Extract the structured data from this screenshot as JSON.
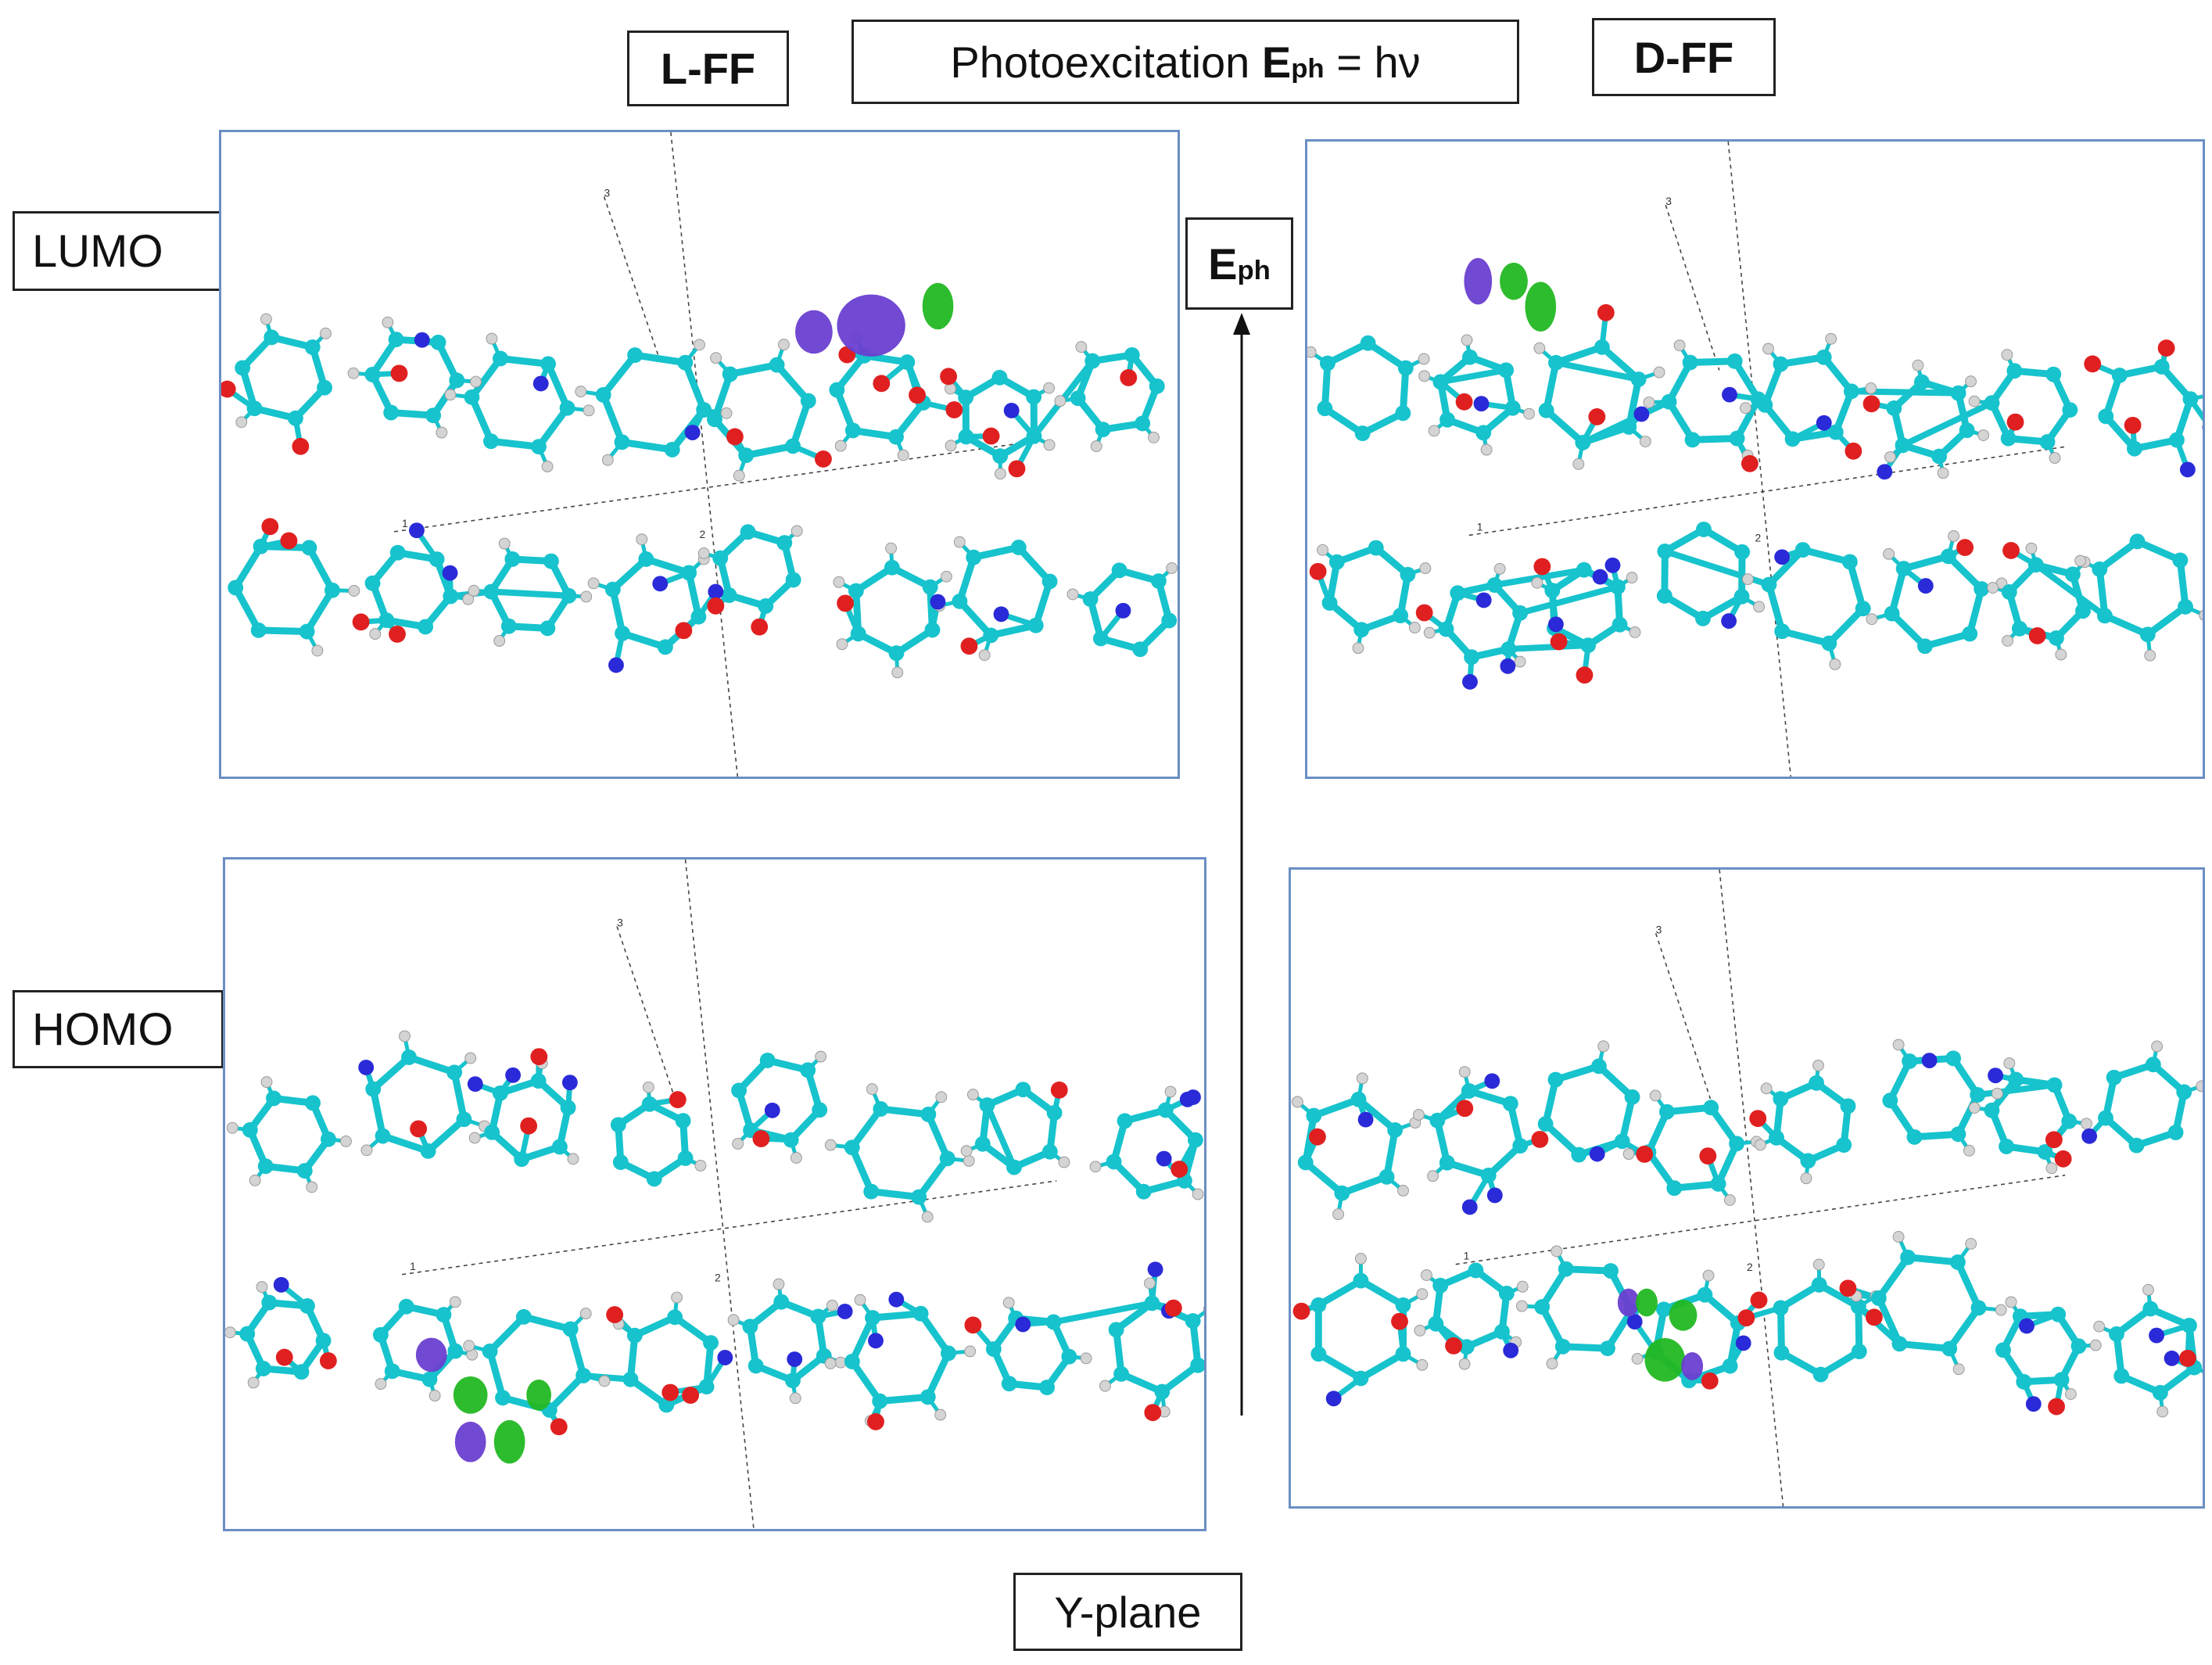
{
  "header": {
    "left_label": "L-FF",
    "center_prefix": "Photoexcitation ",
    "center_symbol": "E",
    "center_sub": "ph",
    "center_suffix": " = hν",
    "right_label": "D-FF"
  },
  "rows": {
    "lumo_label": "LUMO",
    "homo_label": "HOMO"
  },
  "energy_axis": {
    "symbol": "E",
    "sub": "ph"
  },
  "footer": {
    "plane_label": "Y-plane"
  },
  "panels": [
    {
      "id": "lff-lumo",
      "orbital_lobes": [
        {
          "color": "purple",
          "size": "large"
        },
        {
          "color": "green",
          "size": "small"
        }
      ]
    },
    {
      "id": "dff-lumo",
      "orbital_lobes": [
        {
          "color": "purple",
          "size": "small"
        },
        {
          "color": "green",
          "size": "medium"
        }
      ]
    },
    {
      "id": "lff-homo",
      "orbital_lobes": [
        {
          "color": "purple",
          "size": "small"
        },
        {
          "color": "green",
          "size": "small"
        }
      ]
    },
    {
      "id": "dff-homo",
      "orbital_lobes": [
        {
          "color": "purple",
          "size": "small"
        },
        {
          "color": "green",
          "size": "small"
        }
      ]
    }
  ],
  "axis_tick_labels": [
    "1",
    "2",
    "3"
  ],
  "colors": {
    "carbon": "#17c3cc",
    "hydrogen": "#d4d4d4",
    "oxygen": "#e02020",
    "nitrogen": "#2a2ad8",
    "orbital_positive": "#6a3fd0",
    "orbital_negative": "#22b822",
    "panel_border": "#6b8ec4"
  }
}
